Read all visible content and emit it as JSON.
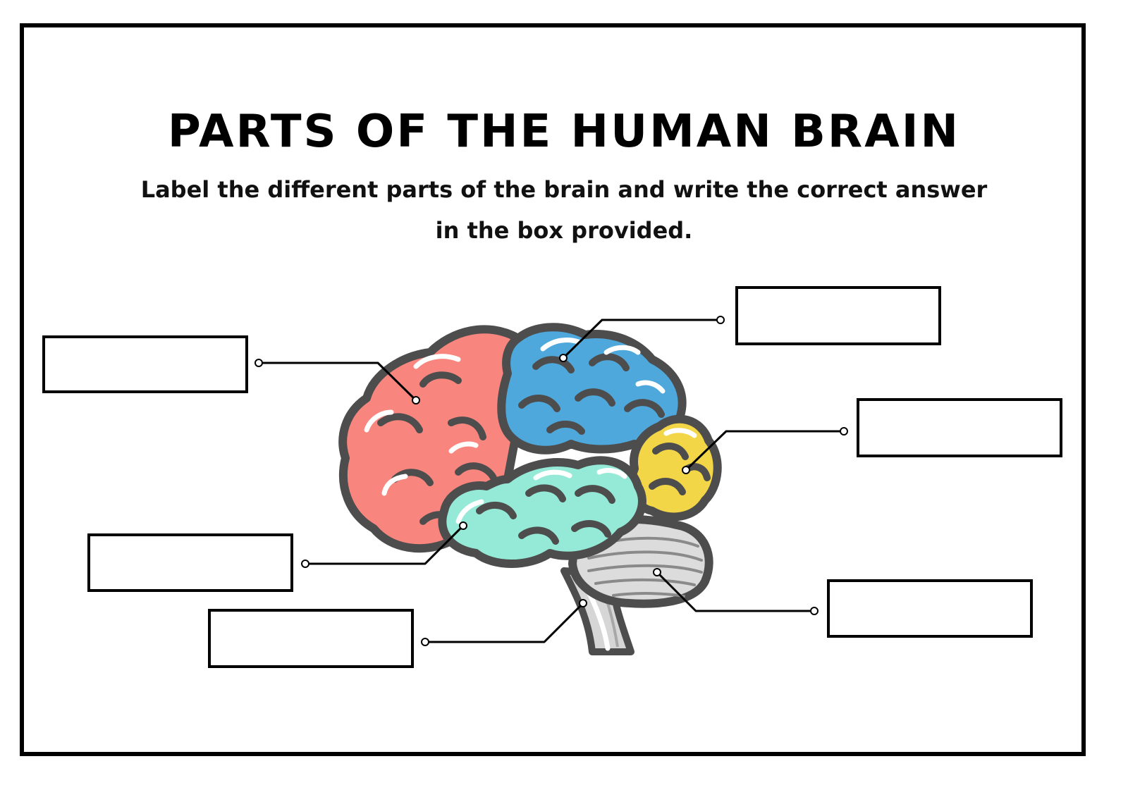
{
  "worksheet": {
    "title": "PARTS OF THE HUMAN BRAIN",
    "instructions": "Label the different parts of the brain and write the correct answer in the box provided."
  },
  "answer_boxes": [
    {
      "id": "frontal",
      "value": ""
    },
    {
      "id": "parietal",
      "value": ""
    },
    {
      "id": "occipital",
      "value": ""
    },
    {
      "id": "temporal",
      "value": ""
    },
    {
      "id": "cerebellum",
      "value": ""
    },
    {
      "id": "brainstem",
      "value": ""
    }
  ],
  "colors": {
    "frontal_lobe": "#f8867e",
    "parietal_lobe": "#4fa8dc",
    "temporal_lobe": "#94ead6",
    "occipital_lobe": "#f3d647",
    "cerebellum": "#dcdcdc",
    "brain_stem": "#d6d6d6",
    "outline": "#4d4d4d"
  }
}
